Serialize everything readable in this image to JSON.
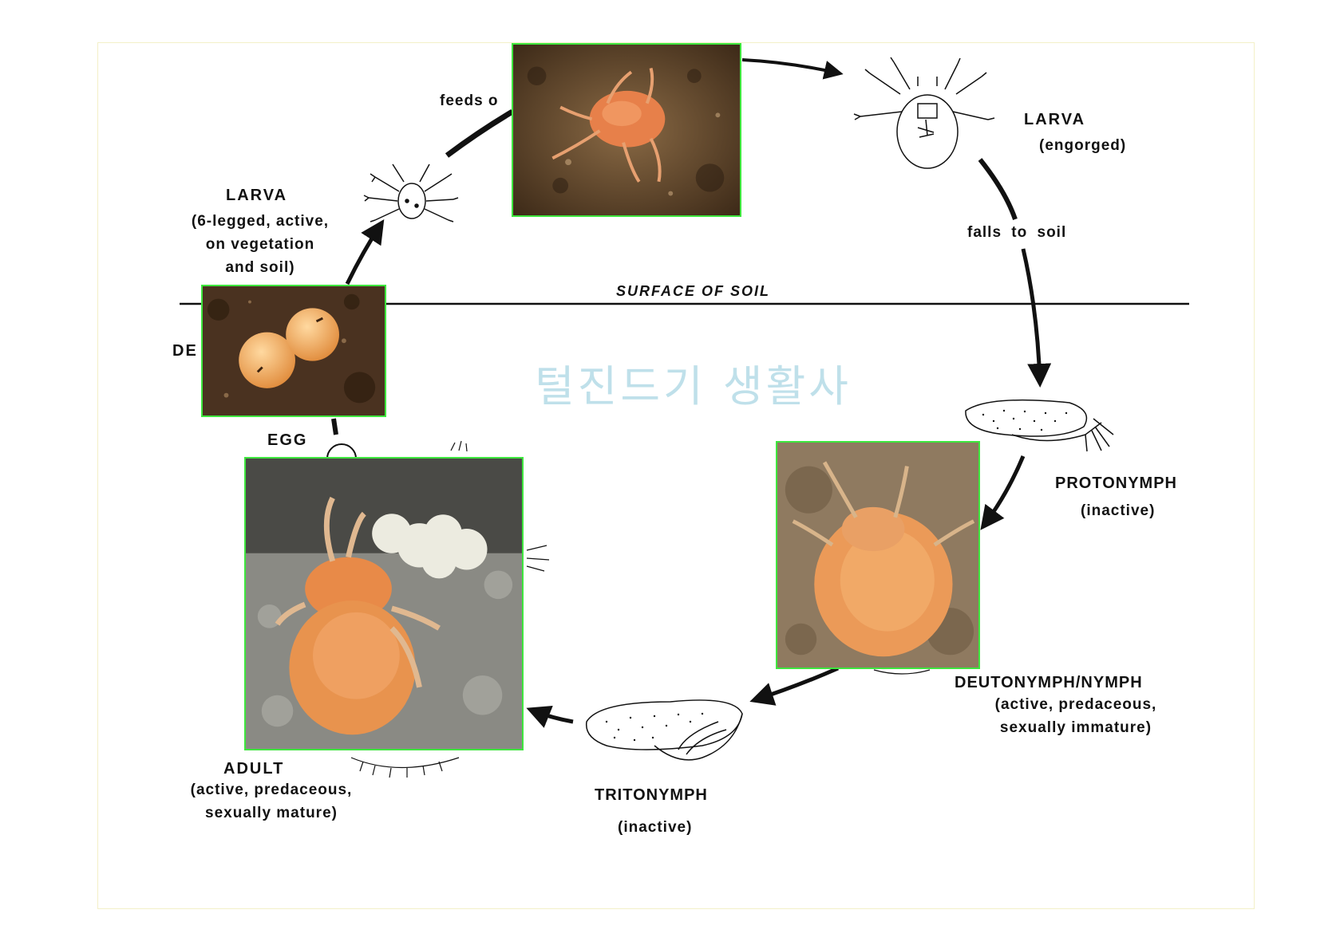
{
  "diagram": {
    "watermark": "털진드기 생활사",
    "surface_label": "SURFACE OF SOIL",
    "labels": {
      "feeds": "feeds o",
      "larva_engorged_title": "LARVA",
      "larva_engorged_sub": "(engorged)",
      "falls": "falls to soil",
      "larva_active_title": "LARVA",
      "larva_active_sub": [
        "(6-legged, active,",
        "on vegetation",
        "and soil)"
      ],
      "de_fragment": "DE",
      "egg": "EGG",
      "protonymph_title": "PROTONYMPH",
      "protonymph_sub": "(inactive)",
      "deutonymph_title": "DEUTONYMPH/NYMPH",
      "deutonymph_sub": [
        "(active, predaceous,",
        "sexually immature)"
      ],
      "tritonymph_title": "TRITONYMPH",
      "tritonymph_sub": "(inactive)",
      "adult_title": "ADULT",
      "adult_sub": [
        "(active, predaceous,",
        "sexually mature)"
      ]
    },
    "colors": {
      "photo_border": "#3ee63e",
      "arrow": "#111111",
      "watermark": "#bfe0ea"
    },
    "icons": [
      "mite-larva-drawing",
      "mite-larva-engorged-drawing",
      "protonymph-drawing",
      "tritonymph-drawing"
    ]
  }
}
